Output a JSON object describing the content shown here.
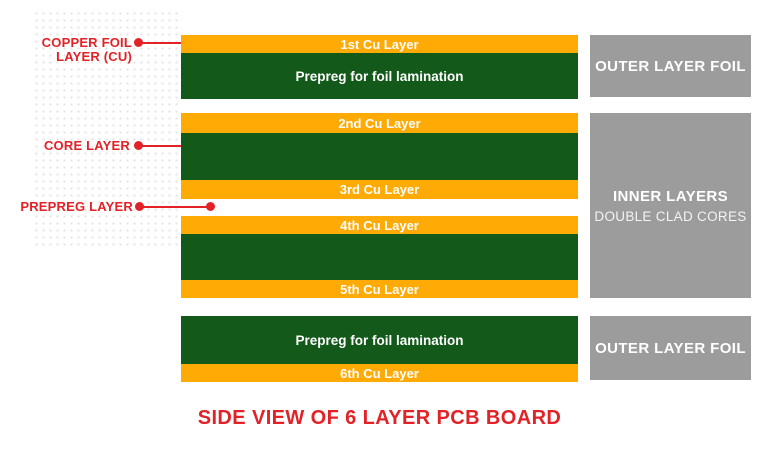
{
  "diagram": {
    "title": "SIDE VIEW OF 6 LAYER PCB BOARD"
  },
  "callouts": {
    "copper_foil": {
      "line1": "COPPER FOIL",
      "line2": "LAYER (CU)"
    },
    "core": {
      "label": "CORE LAYER"
    },
    "prepreg": {
      "label": "PREPREG LAYER"
    }
  },
  "layers": {
    "cu1": "1st Cu Layer",
    "prepreg_top": "Prepreg for foil lamination",
    "cu2": "2nd Cu Layer",
    "cu3": "3rd Cu Layer",
    "cu4": "4th Cu Layer",
    "cu5": "5th Cu Layer",
    "prepreg_bottom": "Prepreg for foil lamination",
    "cu6": "6th Cu Layer"
  },
  "side_boxes": {
    "top": {
      "label": "OUTER LAYER FOIL"
    },
    "middle": {
      "line1": "INNER LAYERS",
      "line2": "DOUBLE CLAD CORES"
    },
    "bottom": {
      "label": "OUTER LAYER FOIL"
    }
  },
  "colors": {
    "copper": "#FFAA05",
    "core_green": "#13591A",
    "label_red": "#E32227",
    "box_gray": "#9C9C9C"
  }
}
